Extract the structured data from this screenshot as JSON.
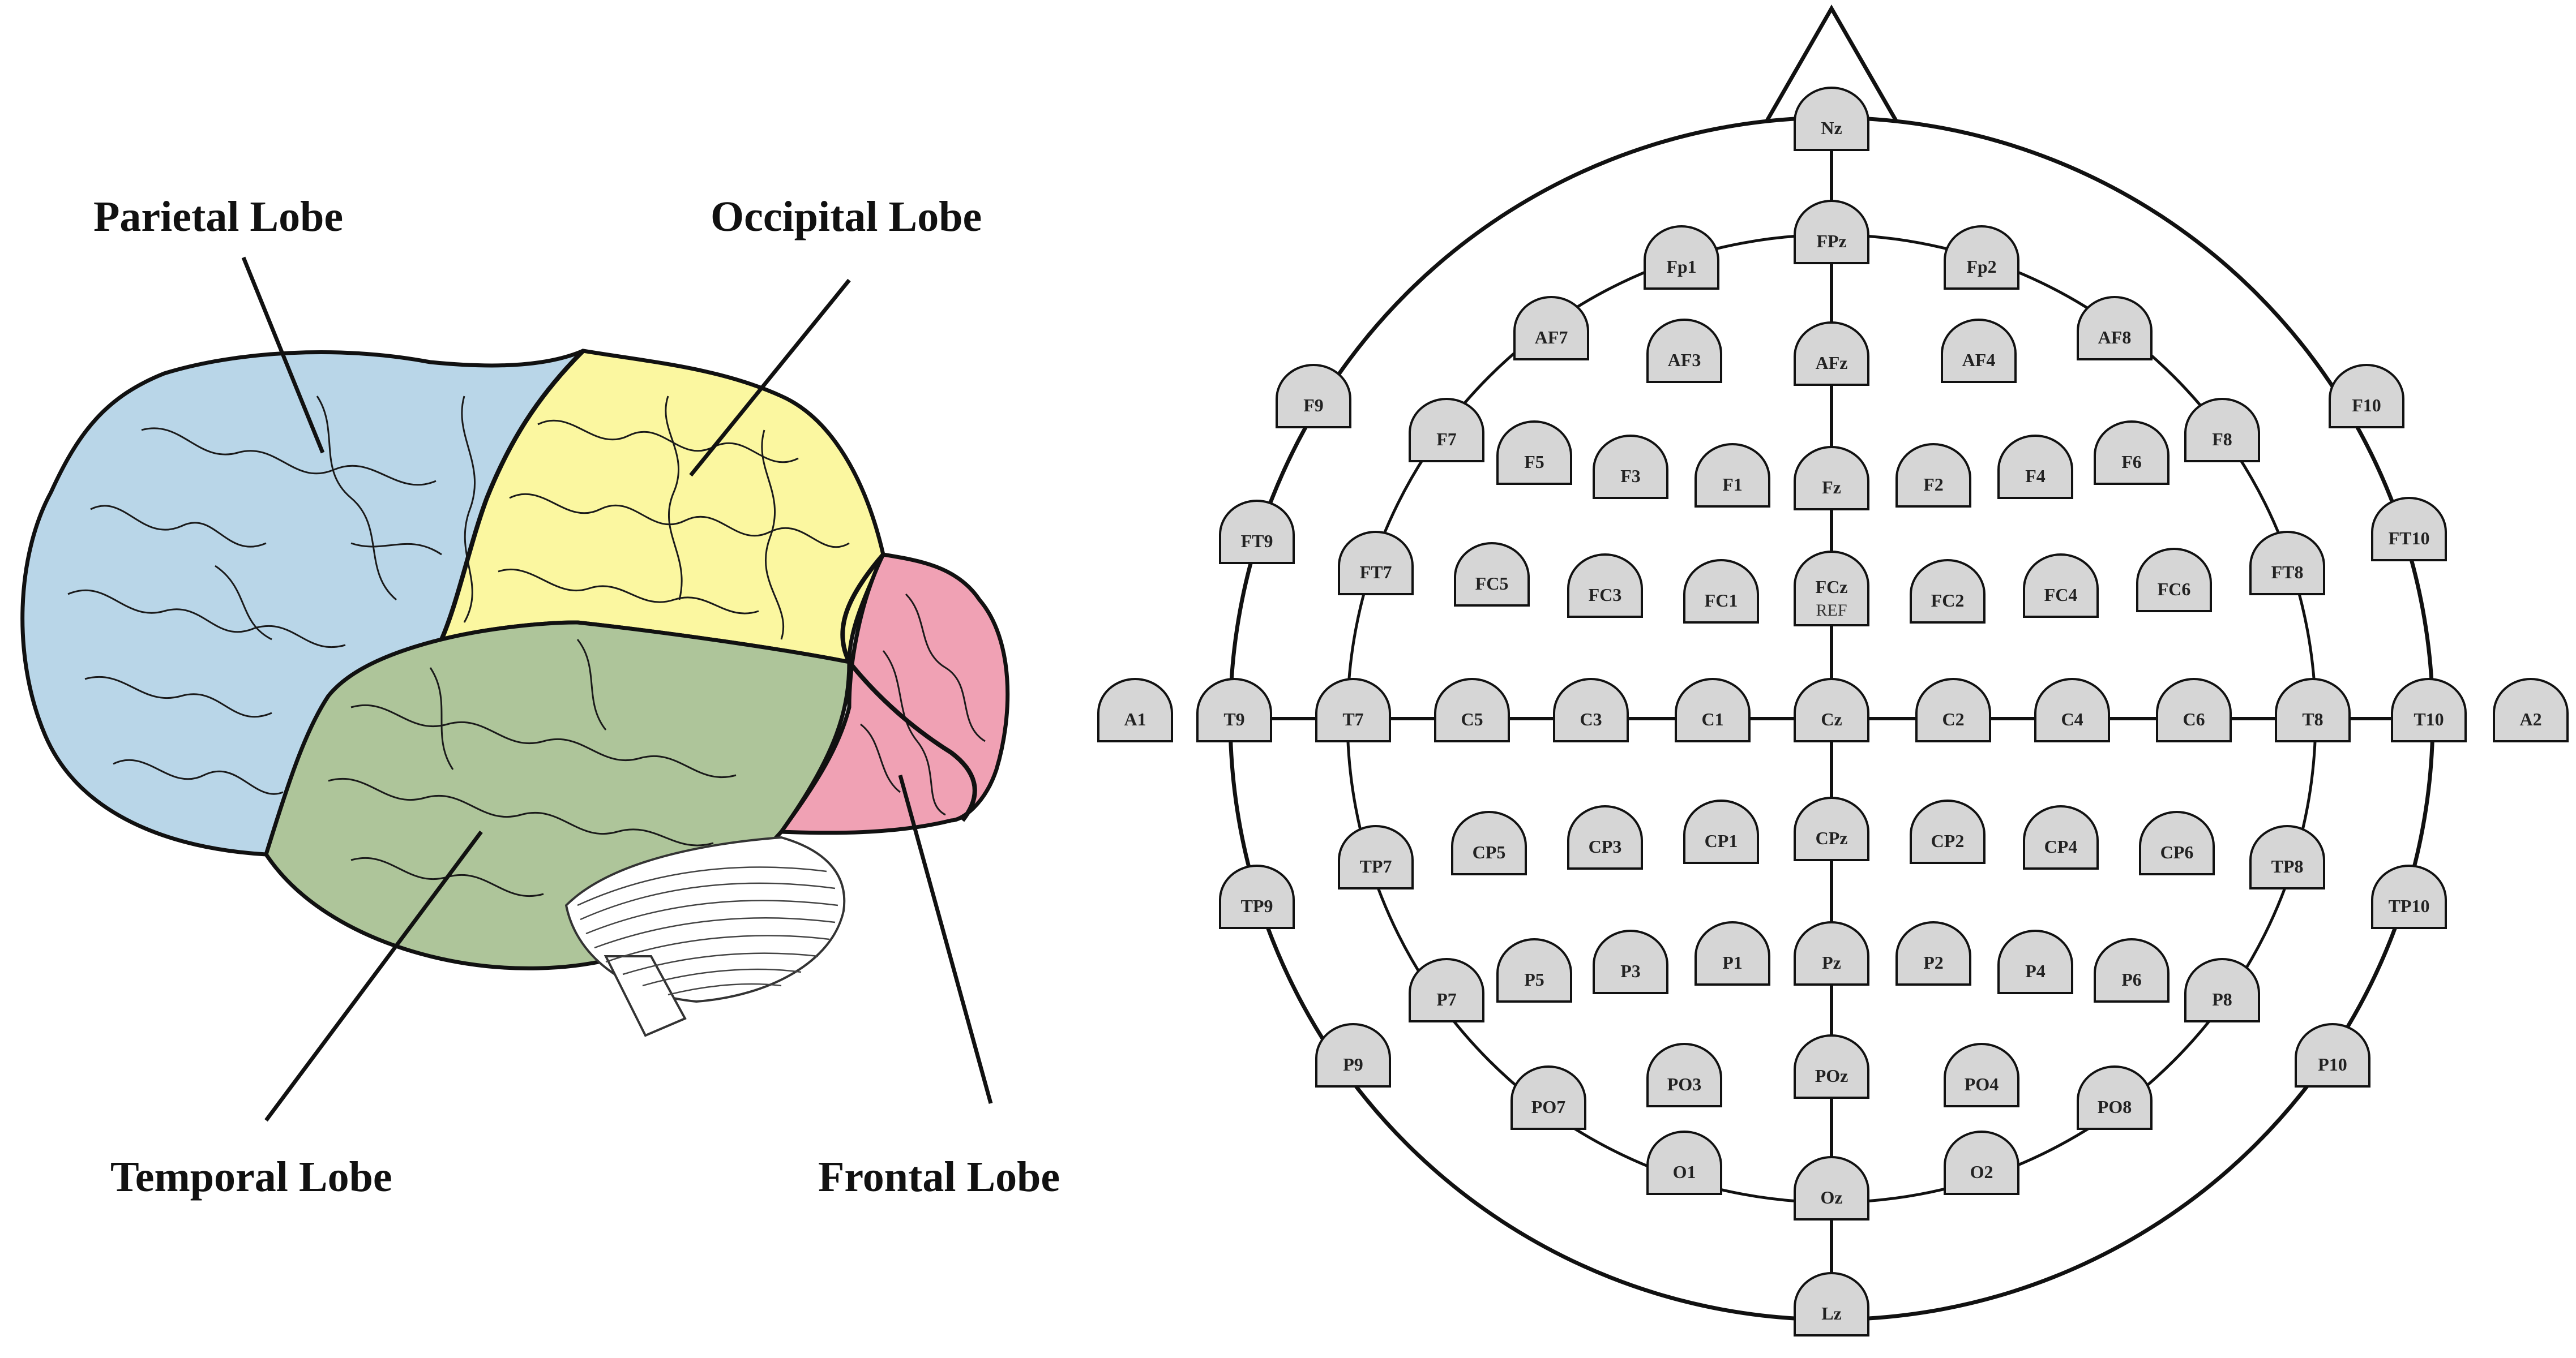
{
  "lobe_labels": {
    "parietal": "Parietal Lobe",
    "occipital": "Occipital Lobe",
    "temporal": "Temporal Lobe",
    "frontal": "Frontal Lobe"
  },
  "colors": {
    "parietal": "#b9d6e8",
    "occipital": "#fbf7a0",
    "temporal": "#aec59a",
    "frontal": "#f0a1b4",
    "cerebellum": "#ffffff",
    "electrode_fill": "#d6d6d6",
    "outline": "#111111"
  },
  "electrodes": {
    "nz": "Nz",
    "fpz": "FPz",
    "fp1": "Fp1",
    "fp2": "Fp2",
    "af7": "AF7",
    "af3": "AF3",
    "afz": "AFz",
    "af4": "AF4",
    "af8": "AF8",
    "f9": "F9",
    "f10": "F10",
    "f7": "F7",
    "f5": "F5",
    "f3": "F3",
    "f1": "F1",
    "fz": "Fz",
    "f2": "F2",
    "f4": "F4",
    "f6": "F6",
    "f8": "F8",
    "ft9": "FT9",
    "ft10": "FT10",
    "ft7": "FT7",
    "fc5": "FC5",
    "fc3": "FC3",
    "fc1": "FC1",
    "fcz": "FCz",
    "fcz_sub": "REF",
    "fc2": "FC2",
    "fc4": "FC4",
    "fc6": "FC6",
    "ft8": "FT8",
    "a1": "A1",
    "t9": "T9",
    "t7": "T7",
    "c5": "C5",
    "c3": "C3",
    "c1": "C1",
    "cz": "Cz",
    "c2": "C2",
    "c4": "C4",
    "c6": "C6",
    "t8": "T8",
    "t10": "T10",
    "a2": "A2",
    "tp7": "TP7",
    "cp5": "CP5",
    "cp3": "CP3",
    "cp1": "CP1",
    "cpz": "CPz",
    "cp2": "CP2",
    "cp4": "CP4",
    "cp6": "CP6",
    "tp8": "TP8",
    "tp9": "TP9",
    "tp10": "TP10",
    "p7": "P7",
    "p5": "P5",
    "p3": "P3",
    "p1": "P1",
    "pz": "Pz",
    "p2": "P2",
    "p4": "P4",
    "p6": "P6",
    "p8": "P8",
    "p9": "P9",
    "p10": "P10",
    "po7": "PO7",
    "po3": "PO3",
    "poz": "POz",
    "po4": "PO4",
    "po8": "PO8",
    "o1": "O1",
    "oz": "Oz",
    "o2": "O2",
    "lz": "Lz"
  }
}
